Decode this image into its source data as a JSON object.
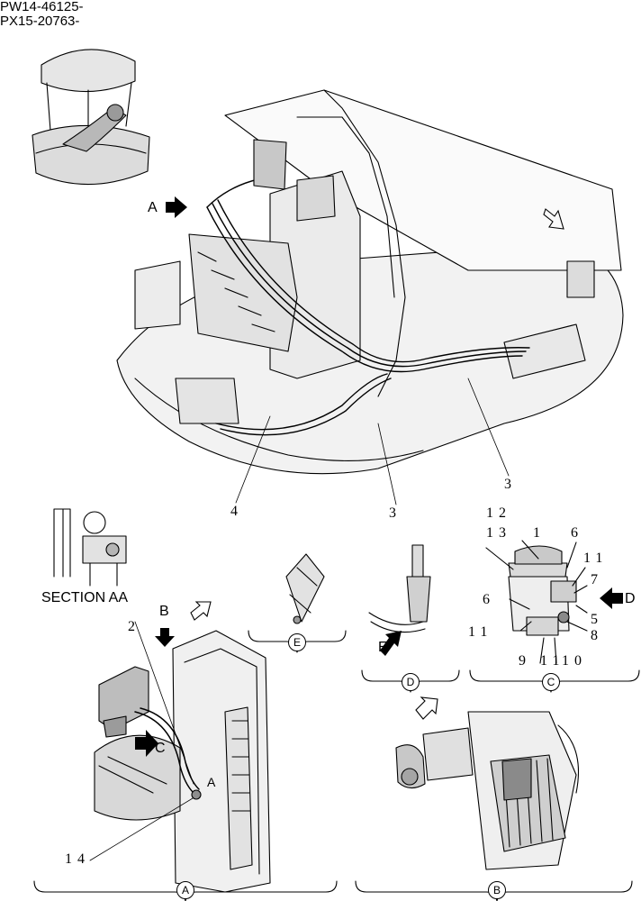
{
  "header": {
    "line1": "PW14-46125-",
    "line2": "PX15-20763-"
  },
  "view_arrows": {
    "a": "A",
    "b": "B",
    "c": "C",
    "d": "D",
    "e": "E",
    "a_small": "A"
  },
  "section_label": "SECTION AA",
  "callouts": {
    "c1": "1",
    "c2": "2",
    "c3_top": "3",
    "c3_mid": "3",
    "c4": "4",
    "c5": "5",
    "c6_top": "6",
    "c6_left": "6",
    "c7": "7",
    "c8": "8",
    "c9": "9",
    "c10": "10",
    "c11_a": "11",
    "c11_b": "11",
    "c11_c": "11",
    "c12": "12",
    "c13": "13",
    "c14": "14"
  },
  "detail_letters": {
    "a": "A",
    "b": "B",
    "c": "C",
    "d": "D",
    "e": "E"
  }
}
